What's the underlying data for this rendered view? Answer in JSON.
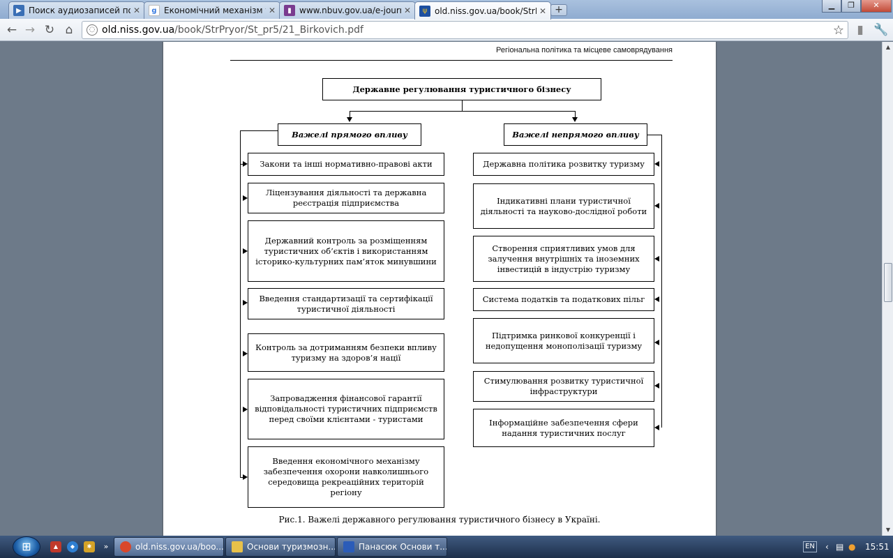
{
  "browser": {
    "tabs": [
      {
        "title": "Поиск аудиозаписей по за",
        "icon": "play-icon",
        "active": false
      },
      {
        "title": "Економічний механізм тур",
        "icon": "google-icon",
        "active": false
      },
      {
        "title": "www.nbuv.gov.ua/e-journa",
        "icon": "book-icon",
        "active": false
      },
      {
        "title": "old.niss.gov.ua/book/StrPr",
        "icon": "trident-icon",
        "active": true
      }
    ],
    "new_tab_label": "+",
    "url_host": "old.niss.gov.ua",
    "url_path": "/book/StrPryor/St_pr5/21_Birkovich.pdf"
  },
  "document": {
    "running_head": "Регіональна політика та місцеве самоврядування",
    "top_box": "Державне регулювання туристичного бізнесу",
    "direct_header": "Важелі прямого впливу",
    "indirect_header": "Важелі непрямого впливу",
    "direct_items": [
      "Закони та інші нормативно-правові акти",
      "Ліцензування діяльності та державна реєстрація підприємства",
      "Державний контроль за розміщенням туристичних об’єктів і використанням історико-культурних пам’яток минувшини",
      "Введення стандартизації та сертифікації туристичної діяльності",
      "Контроль за дотриманням безпеки впливу туризму на здоров’я нації",
      "Запровадження фінансової гарантії відповідальності туристичних підприємств перед своїми клієнтами - туристами",
      "Введення економічного механізму забезпечення охорони навколишнього середовища рекреаційних територій регіону"
    ],
    "indirect_items": [
      "Державна політика розвитку туризму",
      "Індикативні плани туристичної діяльності та науково-дослідної роботи",
      "Створення сприятливих умов для залучення внутрішніх та іноземних інвестицій в індустрію туризму",
      "Система податків та податкових пільг",
      "Підтримка ринкової конкуренції і недопущення монополізації туризму",
      "Стимулювання розвитку туристичної інфраструктури",
      "Інформаційне забезпечення сфери надання туристичних послуг"
    ],
    "caption": "Рис.1. Важелі державного регулювання туристичного бізнесу в Україні."
  },
  "taskbar": {
    "buttons": [
      {
        "label": "old.niss.gov.ua/boo...",
        "icon": "chrome-icon",
        "color": "#d9472b"
      },
      {
        "label": "Основи туризмозн...",
        "icon": "folder-icon",
        "color": "#e8c14a"
      },
      {
        "label": "Панасюк Основи т...",
        "icon": "word-icon",
        "color": "#2b5cb8"
      }
    ],
    "language": "EN",
    "clock": "15:51"
  }
}
